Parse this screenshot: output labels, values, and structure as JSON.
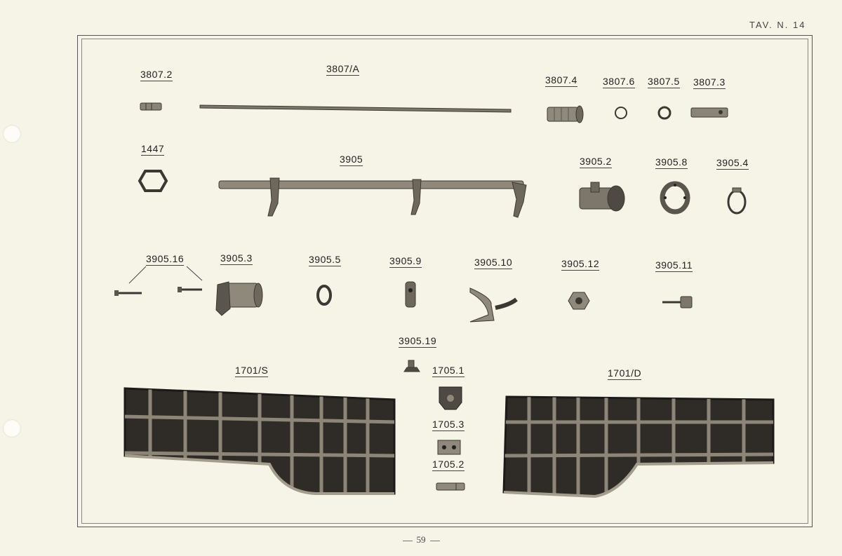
{
  "header": {
    "plate": "TAV. N. 14"
  },
  "footer": {
    "page_number": "59"
  },
  "parts": {
    "p3807_2": "3807.2",
    "p3807_A": "3807/A",
    "p3807_4": "3807.4",
    "p3807_6": "3807.6",
    "p3807_5": "3807.5",
    "p3807_3": "3807.3",
    "p1447": "1447",
    "p3905": "3905",
    "p3905_2": "3905.2",
    "p3905_8": "3905.8",
    "p3905_4": "3905.4",
    "p3905_16": "3905.16",
    "p3905_3": "3905.3",
    "p3905_5": "3905.5",
    "p3905_9": "3905.9",
    "p3905_10": "3905.10",
    "p3905_12": "3905.12",
    "p3905_11": "3905.11",
    "p3905_19": "3905.19",
    "p1701_S": "1701/S",
    "p1705_1": "1705.1",
    "p1701_D": "1701/D",
    "p1705_3": "1705.3",
    "p1705_2": "1705.2"
  },
  "colors": {
    "paper": "#f6f3e7",
    "metal": "#7d776b",
    "dark": "#3b3833"
  }
}
